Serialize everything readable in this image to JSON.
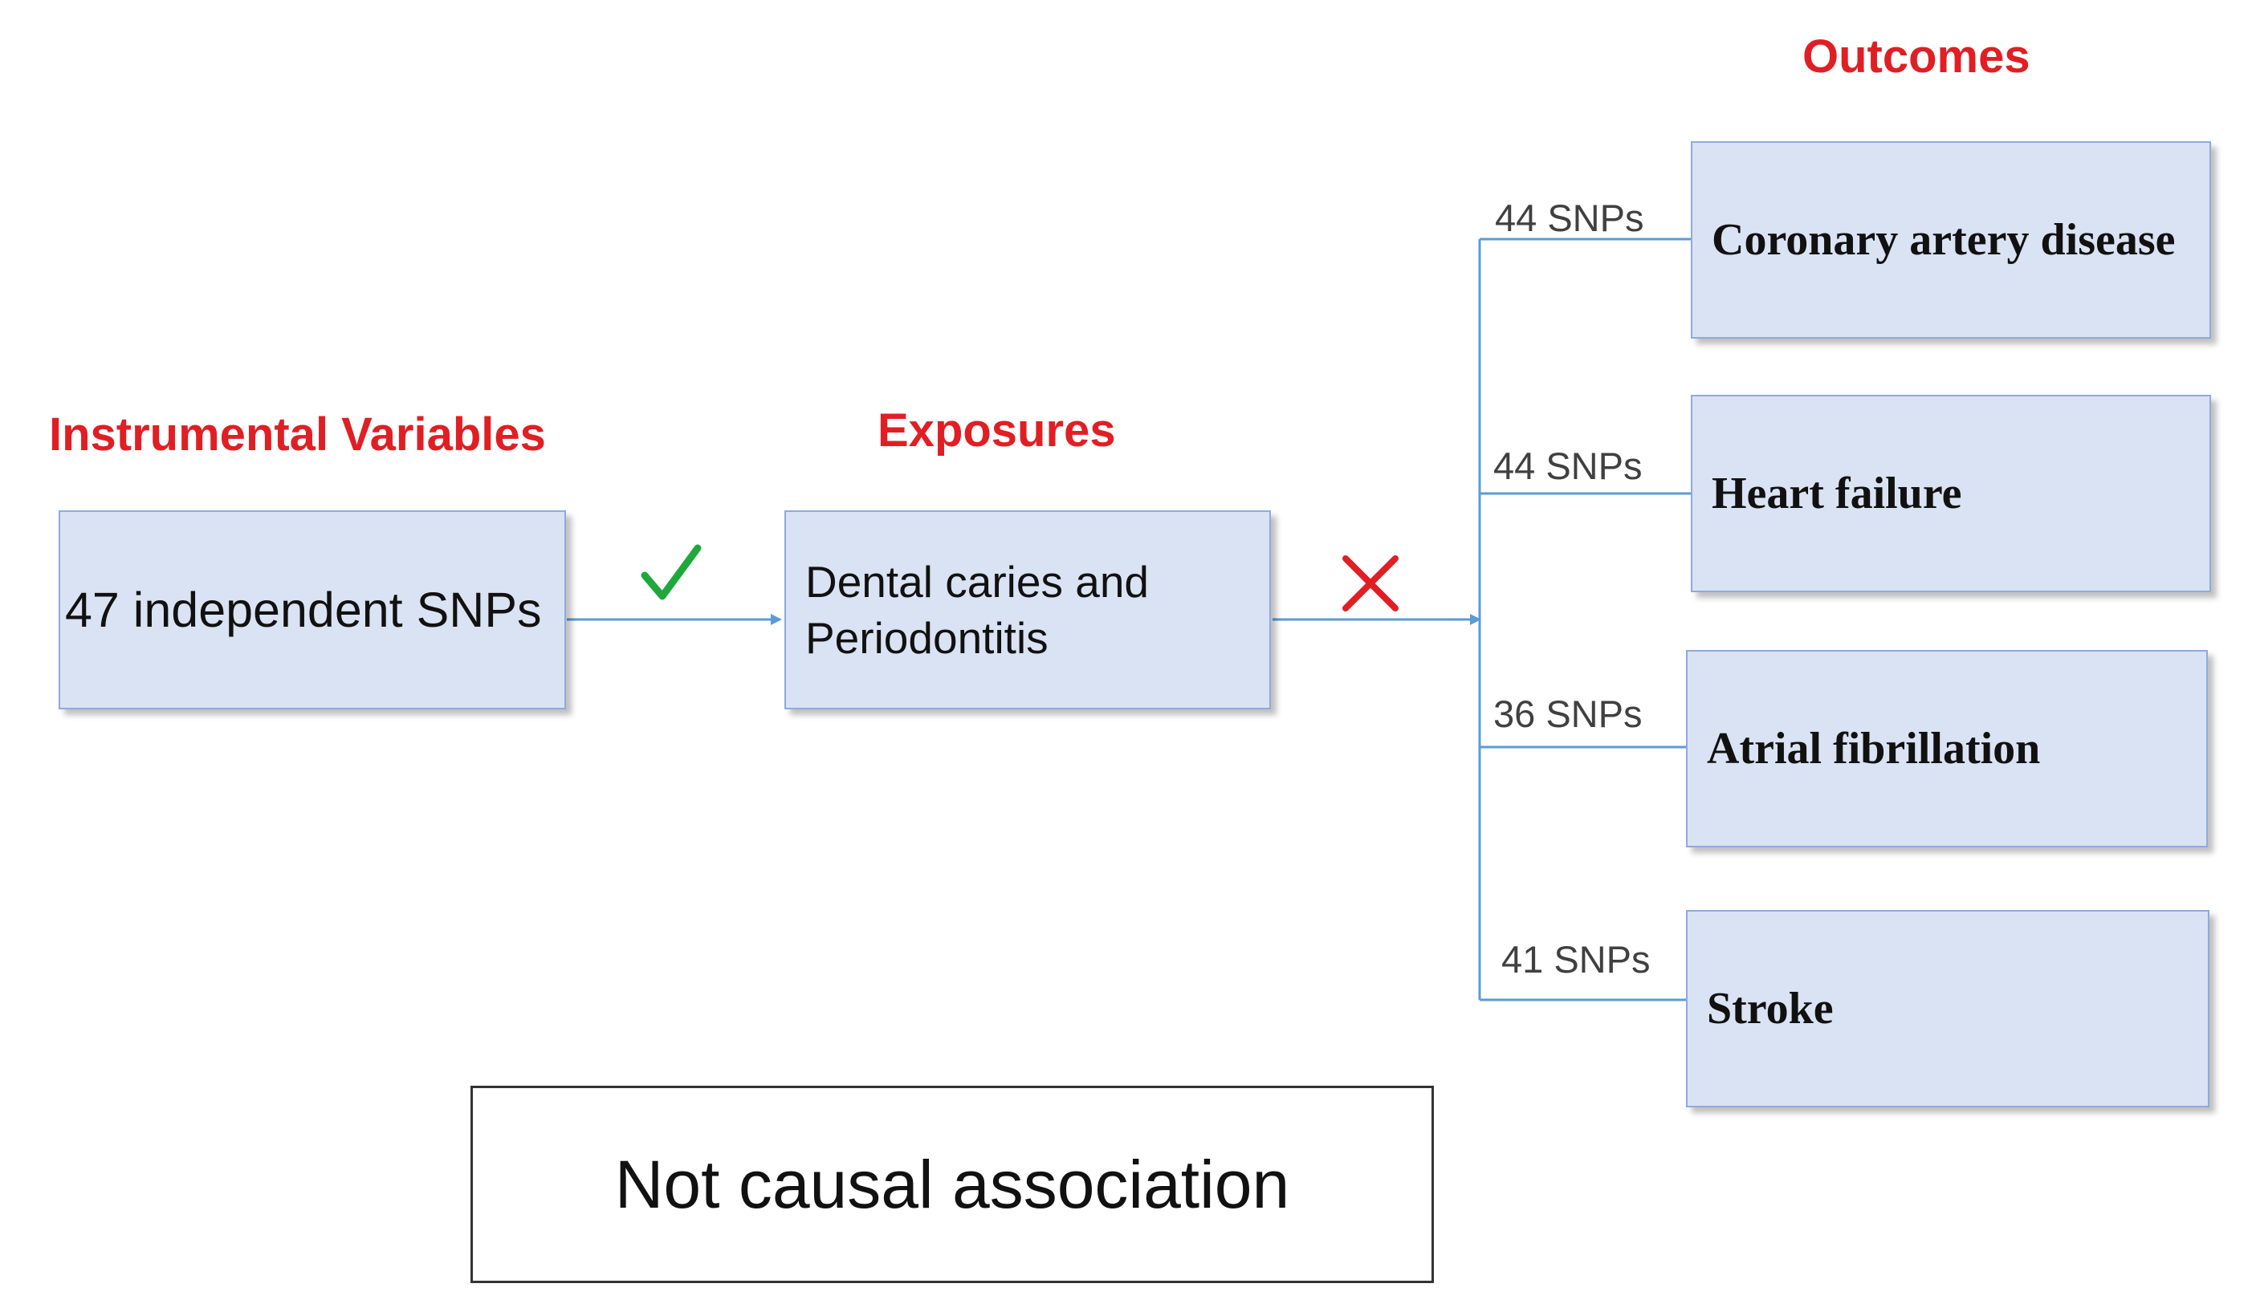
{
  "titles": {
    "instruments": "Instrumental Variables",
    "exposures": "Exposures",
    "outcomes": "Outcomes"
  },
  "instrument_box": "47 independent SNPs",
  "exposure_box": {
    "line1": "Dental caries and",
    "line2": "Periodontitis"
  },
  "relationships": {
    "instrument_to_exposure": "valid",
    "exposure_to_outcomes": "not causal"
  },
  "outcomes": [
    {
      "label": "Coronary artery disease",
      "snps": "44 SNPs"
    },
    {
      "label": "Heart failure",
      "snps": "44 SNPs"
    },
    {
      "label": "Atrial fibrillation",
      "snps": "36 SNPs"
    },
    {
      "label": "Stroke",
      "snps": "41 SNPs"
    }
  ],
  "conclusion": "Not causal association",
  "colors": {
    "title_red": "#e01f24",
    "box_fill": "#dae3f3",
    "box_border": "#8faadc",
    "connector": "#5b9bd5",
    "check_green": "#1fa83c",
    "cross_red": "#e01f24"
  },
  "icons": {
    "valid_mark": "check-icon",
    "invalid_mark": "cross-icon"
  }
}
